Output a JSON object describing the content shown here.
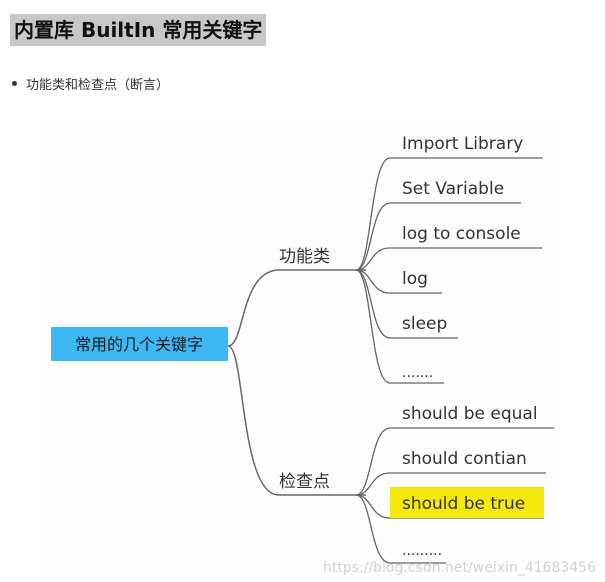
{
  "heading": "内置库 BuiltIn 常用关键字",
  "bullet": "功能类和检查点（断言）",
  "mindmap": {
    "root": "常用的几个关键字",
    "branch_functional": "功能类",
    "branch_check": "检查点",
    "functional_items": [
      "Import Library",
      "Set Variable",
      "log to console",
      "log",
      "sleep",
      "......."
    ],
    "check_items": [
      "should be equal",
      "should contian",
      "should be true",
      "........."
    ]
  },
  "colors": {
    "root_bg": "#3db8f5",
    "highlight": "#f5e80d",
    "heading_bg": "#c8c8c8"
  },
  "watermark": "https://blog.csdn.net/weixin_41683456"
}
